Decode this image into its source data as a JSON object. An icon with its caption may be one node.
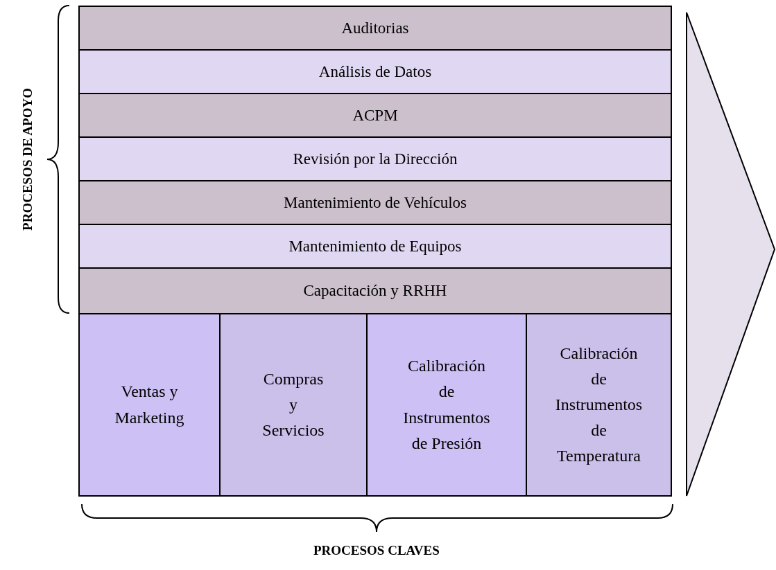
{
  "diagram": {
    "nodes": [
      {
        "text": [
          "Auditorias"
        ]
      },
      {
        "text": [
          "Análisis de Datos"
        ]
      },
      {
        "text": [
          "ACPM"
        ]
      },
      {
        "text": [
          "Revisión por la Dirección"
        ]
      },
      {
        "text": [
          "Mantenimiento de Vehículos"
        ]
      },
      {
        "text": [
          "Mantenimiento de Equipos"
        ]
      },
      {
        "text": [
          "Capacitación y RRHH"
        ]
      },
      {
        "text": [
          "Ventas y Marketing"
        ]
      },
      {
        "text": [
          "Compras y Servicios"
        ]
      },
      {
        "text": [
          "Calibración de Instrumentos de Presión"
        ]
      },
      {
        "text": [
          "Calibración de Instrumentos de Temperatura"
        ]
      }
    ],
    "edges": [],
    "labels": [
      "PROCESOS DE APOYO",
      "PROCESOS CLAVES"
    ]
  }
}
